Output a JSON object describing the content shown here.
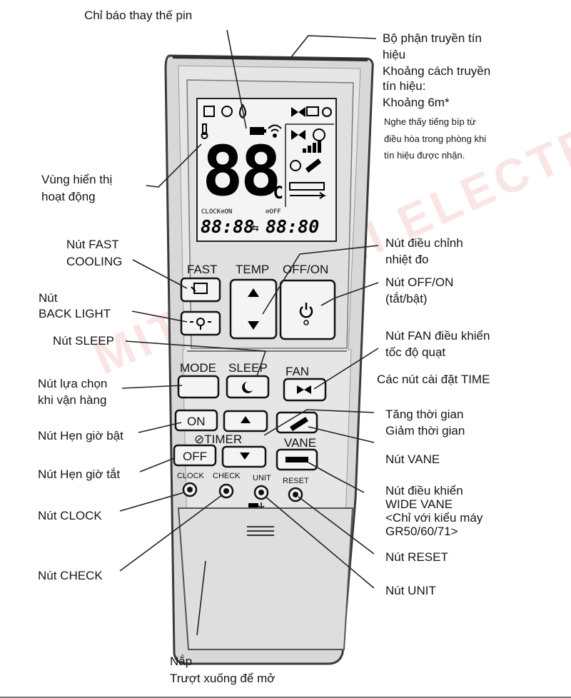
{
  "watermark": "MITSUBISHI ELECTRIC VIETNAM",
  "lcd": {
    "temperature": "88",
    "unit": "°C",
    "clock_on_label": "CLOCK⊘ON",
    "time_on": "88:88",
    "time_off_label": "⊘OFF",
    "time_off": "88:80"
  },
  "buttons": {
    "fast": "FAST",
    "temp": "TEMP",
    "off_on": "OFF/ON",
    "mode": "MODE",
    "sleep": "SLEEP",
    "fan": "FAN",
    "on": "ON",
    "off": "OFF",
    "timer": "⊘TIMER",
    "vane": "VANE",
    "clock": "CLOCK",
    "check": "CHECK",
    "unit": "UNIT",
    "reset": "RESET"
  },
  "icons": {
    "battery": "battery-icon",
    "signal": "signal-icon",
    "power": "power-icon",
    "up": "triangle-up-icon",
    "down": "triangle-down-icon",
    "fan": "fan-icon",
    "sleep": "sleep-moon-icon",
    "vane": "vane-icon",
    "wide_vane": "wide-vane-icon",
    "backlight": "light-bulb-icon",
    "fast_cooling": "fast-cooling-icon"
  },
  "callouts": {
    "battery": "Chỉ báo thay thế pin",
    "transmitter_1": "Bộ phận truyền tín",
    "transmitter_2": "hiệu",
    "distance_1": "Khoảng cách truyền",
    "distance_2": "tín hiệu:",
    "distance_3": "Khoảng 6m*",
    "beep_1": "Nghe thấy tiếng bíp từ",
    "beep_2": "điều hòa trong phòng khi",
    "beep_3": "tín hiệu được nhận.",
    "display_1": "Vùng hiển thị",
    "display_2": "hoạt động",
    "fast_1": "Nút FAST",
    "fast_2": "COOLING",
    "backlight_1": "Nút",
    "backlight_2": "BACK LIGHT",
    "sleep": "Nút SLEEP",
    "mode_1": "Nút lựa chọn",
    "mode_2": "khi vận hàng",
    "on_timer": "Nút Hẹn giờ bật",
    "off_timer": "Nút Hẹn giờ tắt",
    "clock": "Nút CLOCK",
    "check": "Nút CHECK",
    "temp_1": "Nút điều chỉnh",
    "temp_2": "nhiệt đo",
    "offon_1": "Nút OFF/ON",
    "offon_2": "(tắt/bật)",
    "fan_1": "Nút FAN điều khiển",
    "fan_2": "tốc độ quạt",
    "time_set": "Các nút cài đặt TIME",
    "time_up": "Tăng thời gian",
    "time_down": "Giảm thời gian",
    "vane": "Nút VANE",
    "wide_1": "Nút điều khiển",
    "wide_2": "WIDE VANE",
    "wide_3": "<Chỉ với kiểu máy",
    "wide_4": "GR50/60/71>",
    "reset": "Nút RESET",
    "unit": "Nút UNIT",
    "cover_1": "Nắp",
    "cover_2": "Trượt xuống để mở"
  }
}
